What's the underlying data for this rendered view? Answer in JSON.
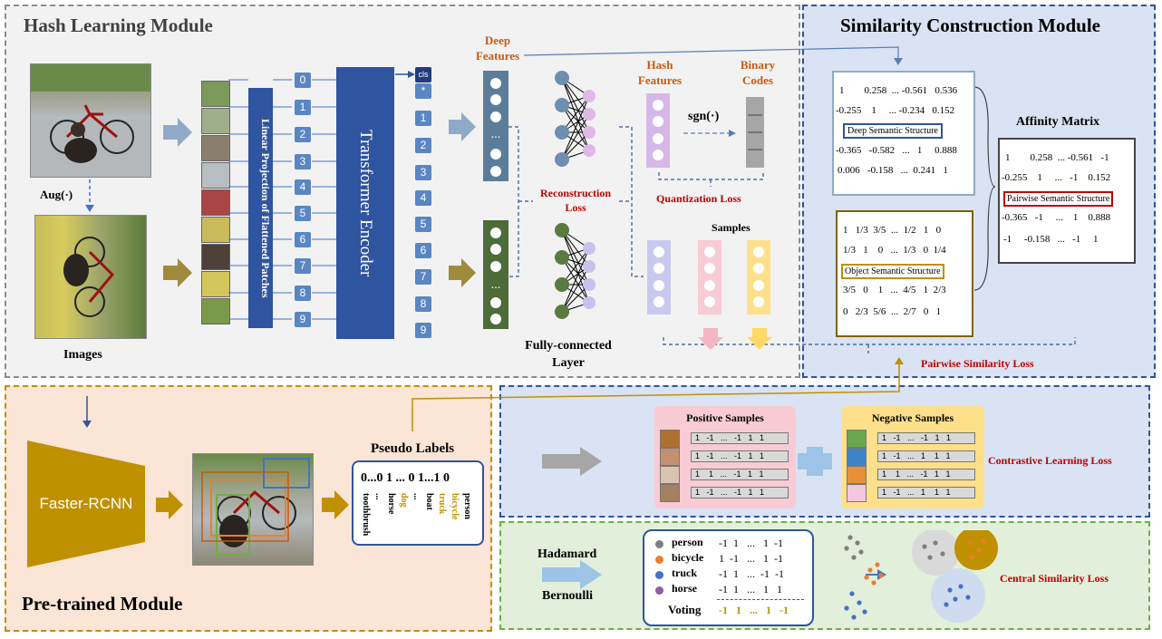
{
  "modules": {
    "hash": "Hash Learning Module",
    "similarity": "Similarity Construction Module",
    "pretrained": "Pre-trained Module"
  },
  "labels": {
    "aug": "Aug(·)",
    "images": "Images",
    "linear_projection": "Linear Projection of Flattened Patches",
    "transformer": "Transformer Encoder",
    "cls": "cls",
    "deep_features": "Deep\nFeatures",
    "reconstruction_loss": "Reconstruction\nLoss",
    "fc_layer": "Fully-connected\nLayer",
    "hash_features": "Hash\nFeatures",
    "binary_codes": "Binary\nCodes",
    "sgn": "sgn(·)",
    "quantization_loss": "Quantization Loss",
    "samples": "Samples",
    "affinity_matrix": "Affinity Matrix",
    "pairwise_similarity_loss": "Pairwise Similarity Loss",
    "faster_rcnn": "Faster-RCNN",
    "pseudo_labels": "Pseudo Labels",
    "positive_samples": "Positive Samples",
    "negative_samples": "Negative Samples",
    "contrastive_loss": "Contrastive Learning Loss",
    "hadamard": "Hadamard",
    "bernoulli": "Bernoulli",
    "central_loss": "Central Similarity Loss",
    "voting": "Voting"
  },
  "tokens": [
    "0",
    "1",
    "2",
    "3",
    "4",
    "5",
    "6",
    "7",
    "8",
    "9"
  ],
  "tokens_out": [
    "*",
    "1",
    "2",
    "3",
    "4",
    "5",
    "6",
    "7",
    "8",
    "9"
  ],
  "deep_matrix": {
    "title": "Deep Semantic Structure",
    "rows": [
      "1        0.258  ... -0.561   0.536",
      "-0.255    1     ... -0.234   0.152",
      "-0.365   -0.582   ...   1     0.888",
      "0.006   -0.158   ...  0.241   1"
    ]
  },
  "object_matrix": {
    "title": "Object Semantic Structure",
    "rows": [
      "1   1/3  3/5  ...  1/2   1   0",
      "1/3   1    0   ...  1/3   0  1/4",
      "3/5   0    1   ...  4/5   1  2/3",
      "0   2/3  5/6  ...  2/7   0   1"
    ]
  },
  "affinity": {
    "title": "Pairwise Semantic Structure",
    "rows": [
      "1        0.258  ... -0.561   -1",
      "-0.255    1     ...   -1    0.152",
      "-0.365   -1     ...    1    0.888",
      "-1     -0.158   ...   -1     1"
    ]
  },
  "pseudo": {
    "code": "0...0 1 ... 0 1...1 0",
    "words": [
      "toothbrush",
      "...",
      "horse",
      "dog",
      "...",
      "boat",
      "truck",
      "bicycle",
      "person"
    ]
  },
  "positive_rows": [
    "1   -1   ...   -1   1   1",
    "1   -1   ...   -1   1   1",
    "1    1   ...   -1   1   1",
    "1   -1   ...   -1   1   1"
  ],
  "negative_rows": [
    "1   -1   ...   -1   1   1",
    "1   -1   ...   1    1   1",
    "1    1   ...   -1   1   1",
    "1   -1   ...   1    1   1"
  ],
  "hadamard_table": [
    {
      "name": "person",
      "values": "-1  1   ...   1  -1",
      "color": "#7f7f7f"
    },
    {
      "name": "bicycle",
      "values": "1  -1   ...   1  -1",
      "color": "#ed7d31"
    },
    {
      "name": "truck",
      "values": "-1  1   ...  -1  -1",
      "color": "#4472c4"
    },
    {
      "name": "horse",
      "values": "-1  1   ...   1   1",
      "color": "#8e5ea2"
    }
  ],
  "voting_values": "-1   1   ...   1   -1"
}
